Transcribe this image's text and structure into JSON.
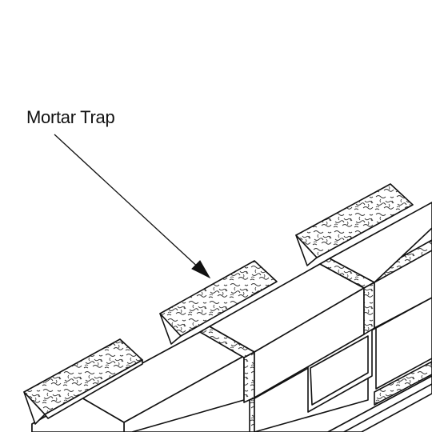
{
  "callout": {
    "label": "Mortar Trap"
  },
  "colors": {
    "line": "#111111",
    "background": "#ffffff",
    "brick_face": "#ffffff",
    "mortar_pattern": "#333333"
  },
  "parts": [
    "brick-course",
    "mortar-trap",
    "mortar-joint",
    "callout-arrow"
  ]
}
